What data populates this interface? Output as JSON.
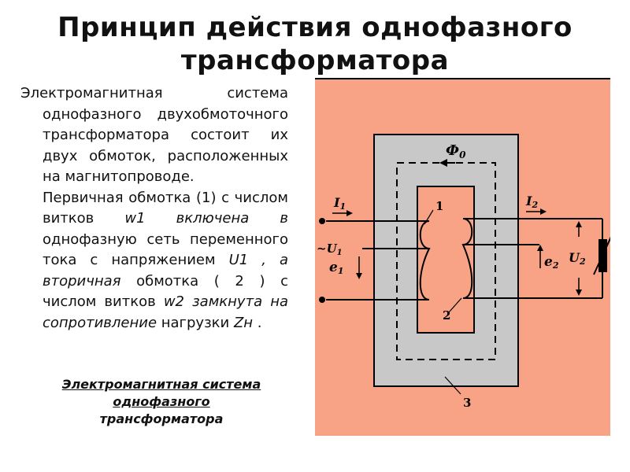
{
  "title": {
    "line1": "Принцип действия однофазного",
    "line2": "трансформатора"
  },
  "text": {
    "p1": "Электромагнитная система однофазного двухобмоточного трансформатора состоит их двух обмоток, расположенных на магнитопроводе.",
    "p2_a": "Первичная обмотка (1) с числом витков ",
    "p2_b": "w1 включена в",
    "p2_c": " однофазную сеть переменного тока с напряжением ",
    "p2_d": "U1 , а вторичная",
    "p2_e": " обмотка ( 2 ) с числом витков ",
    "p2_f": "w2 замкнута на сопротивление",
    "p2_g": " нагрузки ",
    "p2_h": "Zн",
    "p2_i": " ."
  },
  "caption": {
    "line1": "Электромагнитная система",
    "line2": "однофазного",
    "line3": "трансформатора"
  },
  "diagram": {
    "flux": "Ф",
    "flux_sub": "0",
    "i1": "I",
    "i1_sub": "1",
    "i2": "I",
    "i2_sub": "2",
    "u1": "U",
    "u1_sub": "1",
    "u2": "U",
    "u2_sub": "2",
    "e1": "e",
    "e1_sub": "1",
    "e2": "e",
    "e2_sub": "2",
    "n1": "1",
    "n2": "2",
    "n3": "3",
    "sign_minus": "~"
  },
  "colors": {
    "panel": "#f8a386",
    "core": "#c8c8c8",
    "ink": "#000000"
  }
}
